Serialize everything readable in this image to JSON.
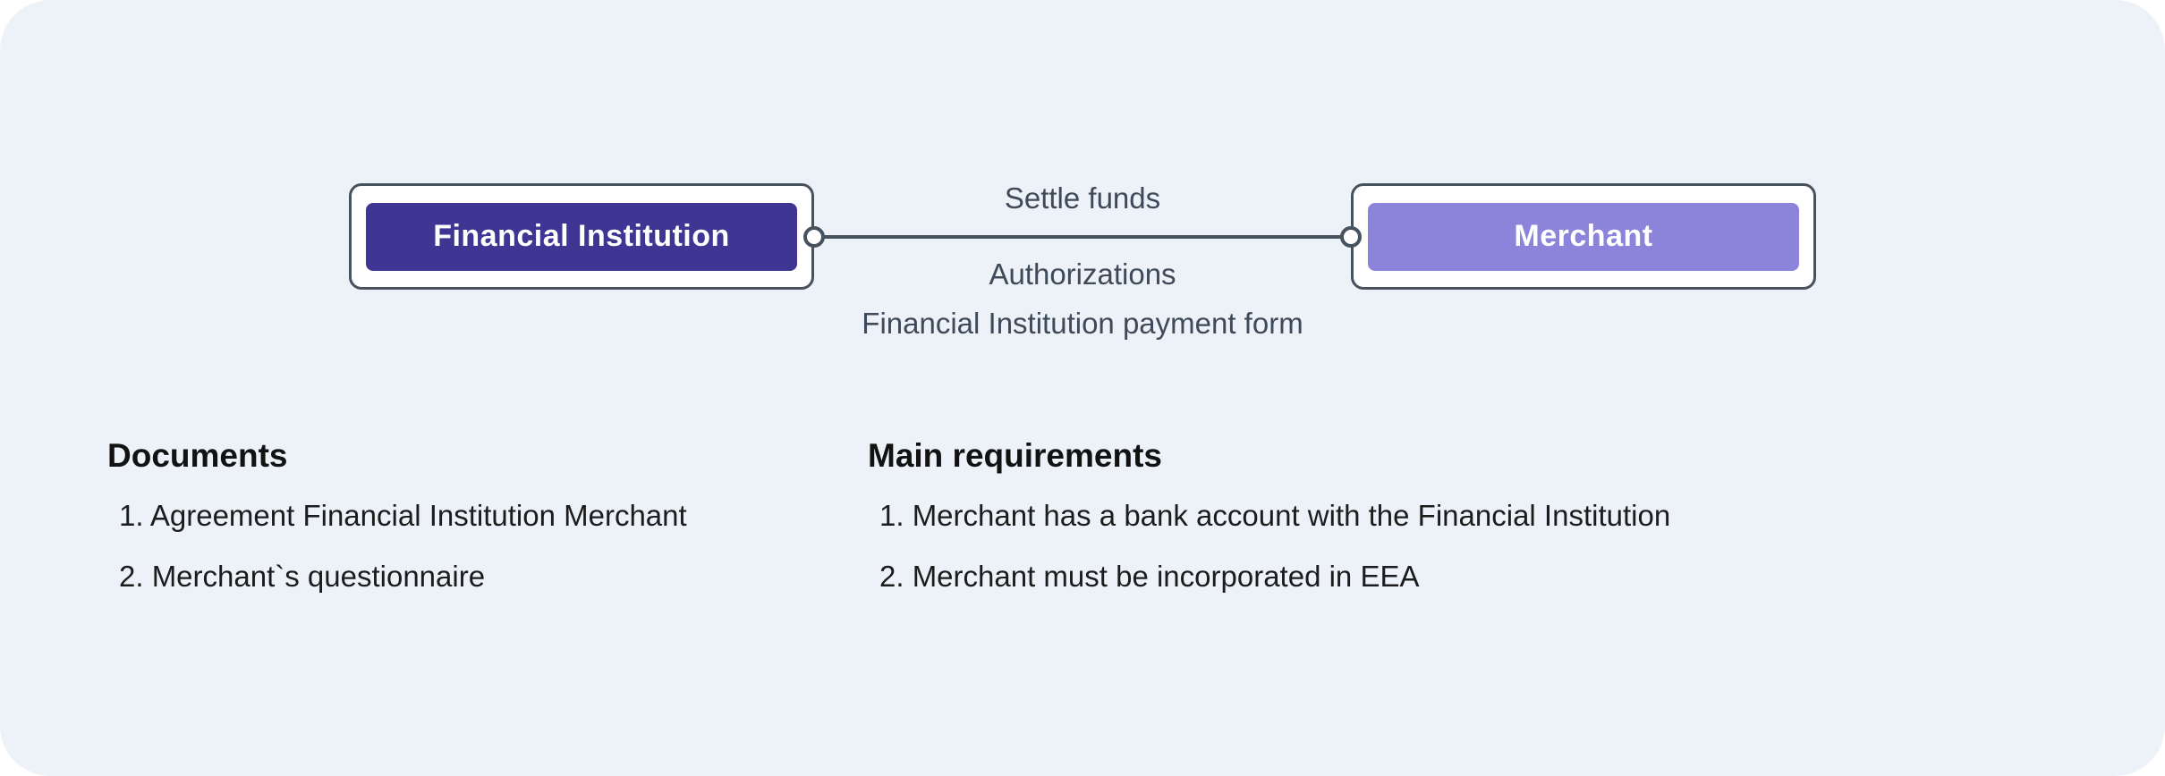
{
  "diagram": {
    "nodes": {
      "financial_institution": {
        "label": "Financial Institution",
        "fill": "#3e3692"
      },
      "merchant": {
        "label": "Merchant",
        "fill": "#8c83da"
      }
    },
    "connection": {
      "label_top": "Settle funds",
      "label_bottom_1": "Authorizations",
      "label_bottom_2": "Financial Institution payment form"
    }
  },
  "sections": {
    "documents": {
      "title": "Documents",
      "items": [
        "1. Agreement Financial Institution Merchant",
        "2. Merchant`s questionnaire"
      ]
    },
    "main_requirements": {
      "title": "Main requirements",
      "items": [
        "1. Merchant has a bank account with the Financial Institution",
        "2. Merchant must be incorporated in EEA"
      ]
    }
  },
  "colors": {
    "canvas_background": "#edf2f9",
    "node_border": "#46535f",
    "node_dark_fill": "#3e3692",
    "node_light_fill": "#8c83da",
    "connector": "#46535f",
    "connector_text": "#3e4a59",
    "body_text": "#1c1c1c"
  }
}
